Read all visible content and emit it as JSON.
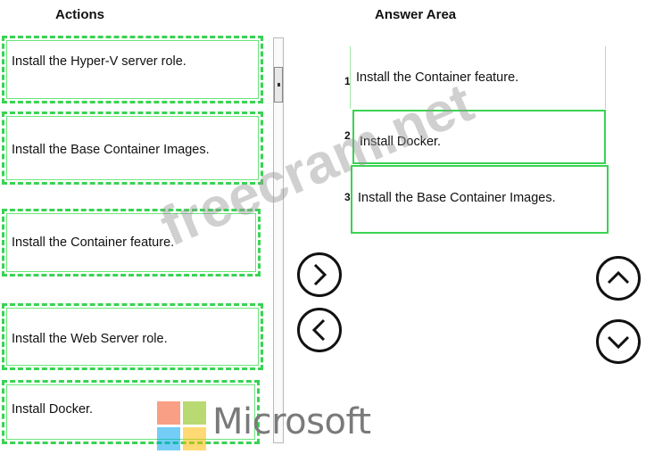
{
  "headings": {
    "actions": "Actions",
    "answer_area": "Answer Area"
  },
  "actions": [
    {
      "label": "Install the Hyper-V server role."
    },
    {
      "label": "Install the Base Container Images."
    },
    {
      "label": "Install the Container feature."
    },
    {
      "label": "Install the Web Server role."
    },
    {
      "label": "Install Docker."
    }
  ],
  "answer_area": [
    {
      "number": "1",
      "label": "Install the Container feature."
    },
    {
      "number": "2",
      "label": "Install Docker."
    },
    {
      "number": "3",
      "label": "Install the Base Container Images."
    }
  ],
  "watermark": "freecram.net",
  "brand": {
    "name": "Microsoft",
    "colors": [
      "#f25022",
      "#7fba00",
      "#00a4ef",
      "#ffb900"
    ]
  },
  "colors": {
    "dashed_border": "#39d353",
    "icon": "#111111"
  }
}
